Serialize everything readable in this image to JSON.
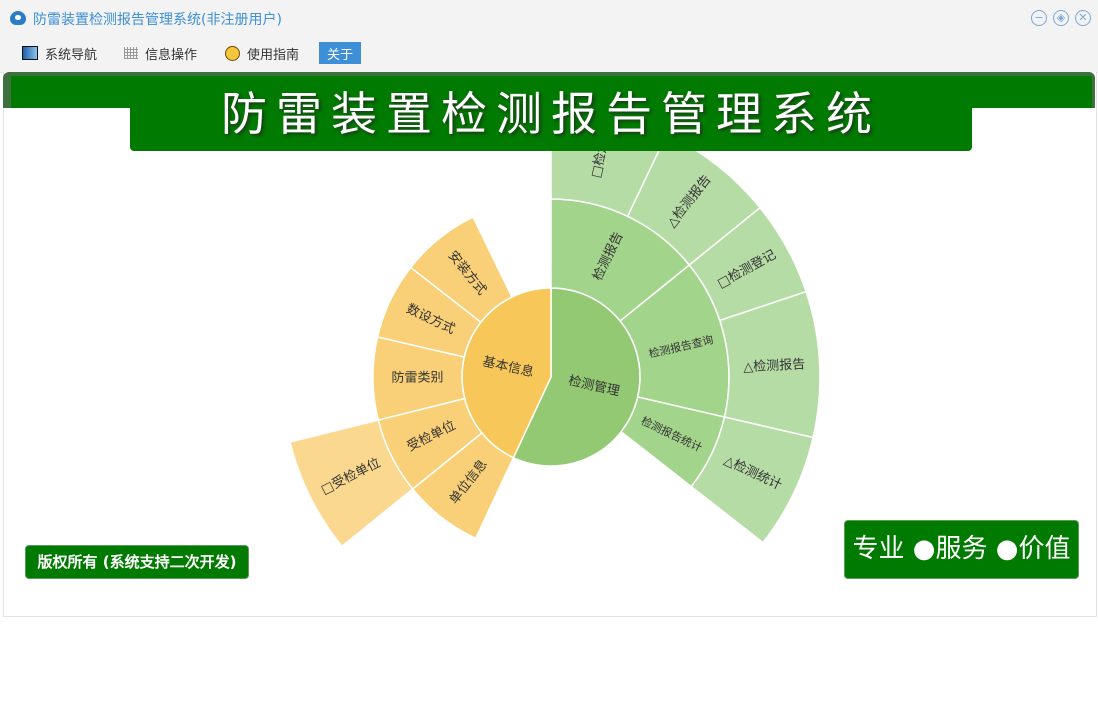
{
  "window": {
    "title": "防雷装置检测报告管理系统(非注册用户)",
    "controls": {
      "minimize": "−",
      "maximize": "◈",
      "close": "✕"
    }
  },
  "menu": [
    {
      "label": "系统导航",
      "icon": "monitor-icon"
    },
    {
      "label": "信息操作",
      "icon": "grid-icon"
    },
    {
      "label": "使用指南",
      "icon": "help-icon"
    },
    {
      "label": "关于"
    }
  ],
  "banner": {
    "title": "防雷装置检测报告管理系统"
  },
  "footer": {
    "copyright": "版权所有 (系统支持二次开发)",
    "slogan": "专业 ●服务 ●价值"
  },
  "colors": {
    "green": [
      "#93c972",
      "#a3d48b",
      "#b6dca6"
    ],
    "orange": [
      "#f8c75a",
      "#f9d077",
      "#fad88f"
    ],
    "brand": "#007a00"
  },
  "chart_data": {
    "type": "sunburst",
    "unit": "degrees of arc",
    "nodes": [
      {
        "name": "检测管理",
        "value": 205,
        "palette": "green",
        "children": [
          {
            "name": "检测报告",
            "value": 51,
            "children": [
              {
                "name": "□检测",
                "value": 25.5
              },
              {
                "name": "△检测报告",
                "value": 25.5
              }
            ]
          },
          {
            "name": "检测报告查询",
            "value": 52,
            "children": [
              {
                "name": "□检测登记",
                "value": 20.5
              },
              {
                "name": "△检测报告",
                "value": 31.5
              }
            ]
          },
          {
            "name": "检测报告统计",
            "value": 25,
            "children": [
              {
                "name": "△检测统计",
                "value": 25
              }
            ]
          }
        ]
      },
      {
        "name": "基本信息",
        "value": 155,
        "palette": "orange",
        "children": [
          {
            "name": "单位信息",
            "value": 26,
            "children": []
          },
          {
            "name": "受检单位",
            "value": 25,
            "children": [
              {
                "name": "□受检单位",
                "value": 25
              }
            ]
          },
          {
            "name": "防雷类别",
            "value": 27,
            "children": []
          },
          {
            "name": "数设方式",
            "value": 25,
            "children": []
          },
          {
            "name": "安装方式",
            "value": 26,
            "children": []
          }
        ]
      }
    ]
  }
}
